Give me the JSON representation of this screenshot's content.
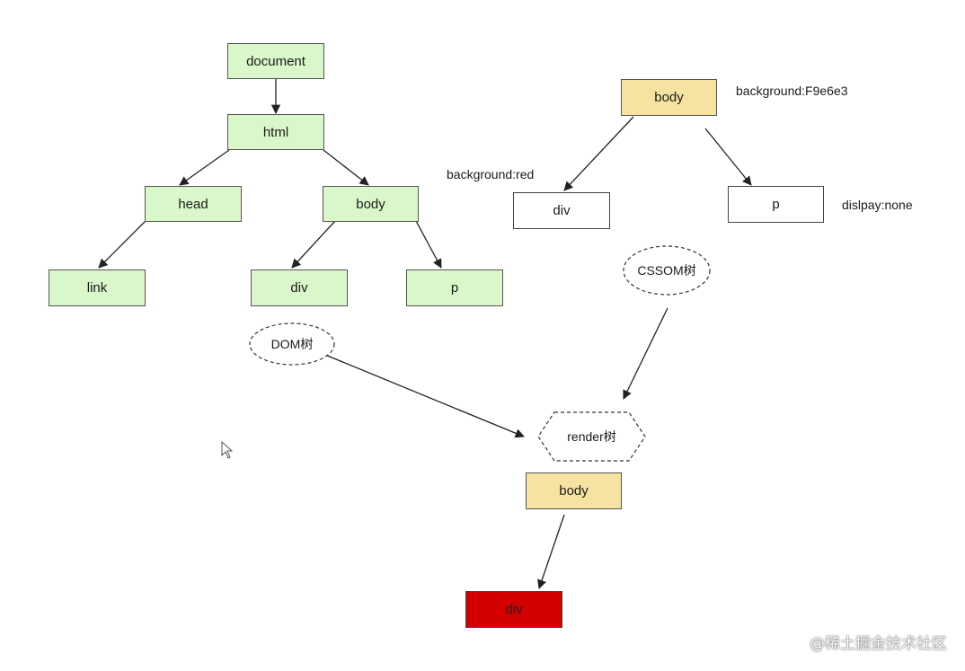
{
  "dom_tree": {
    "document": "document",
    "html": "html",
    "head": "head",
    "body": "body",
    "link": "link",
    "div": "div",
    "p": "p",
    "caption": "DOM树"
  },
  "cssom_tree": {
    "body": "body",
    "body_style": "background:F9e6e3",
    "div": "div",
    "div_style": "background:red",
    "p": "p",
    "p_style": "dislpay:none",
    "caption": "CSSOM树"
  },
  "render_tree": {
    "caption": "render树",
    "body": "body",
    "div": "div"
  },
  "colors": {
    "dom_node_fill": "#d9f7c8",
    "body_fill": "#f7e3a1",
    "render_div_fill": "#d40000"
  },
  "watermark": "@稀土掘金技术社区"
}
